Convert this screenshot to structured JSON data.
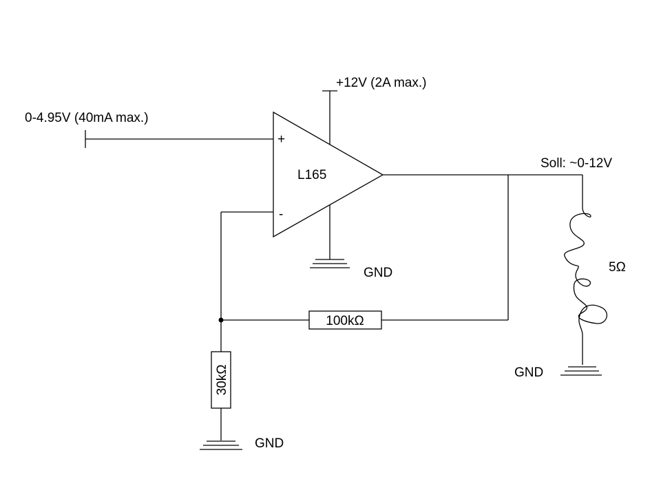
{
  "diagram": {
    "input_label": "0-4.95V (40mA max.)",
    "supply_label": "+12V (2A max.)",
    "amplifier": {
      "name": "L165",
      "plus_pin": "+",
      "minus_pin": "-"
    },
    "output_label": "Soll: ~0-12V",
    "load_label": "5Ω",
    "feedback_resistor": "100kΩ",
    "ground_resistor": "30kΩ",
    "gnd_amp": "GND",
    "gnd_load": "GND",
    "gnd_resistor": "GND"
  },
  "colors": {
    "line": "#000000",
    "background": "#ffffff"
  }
}
